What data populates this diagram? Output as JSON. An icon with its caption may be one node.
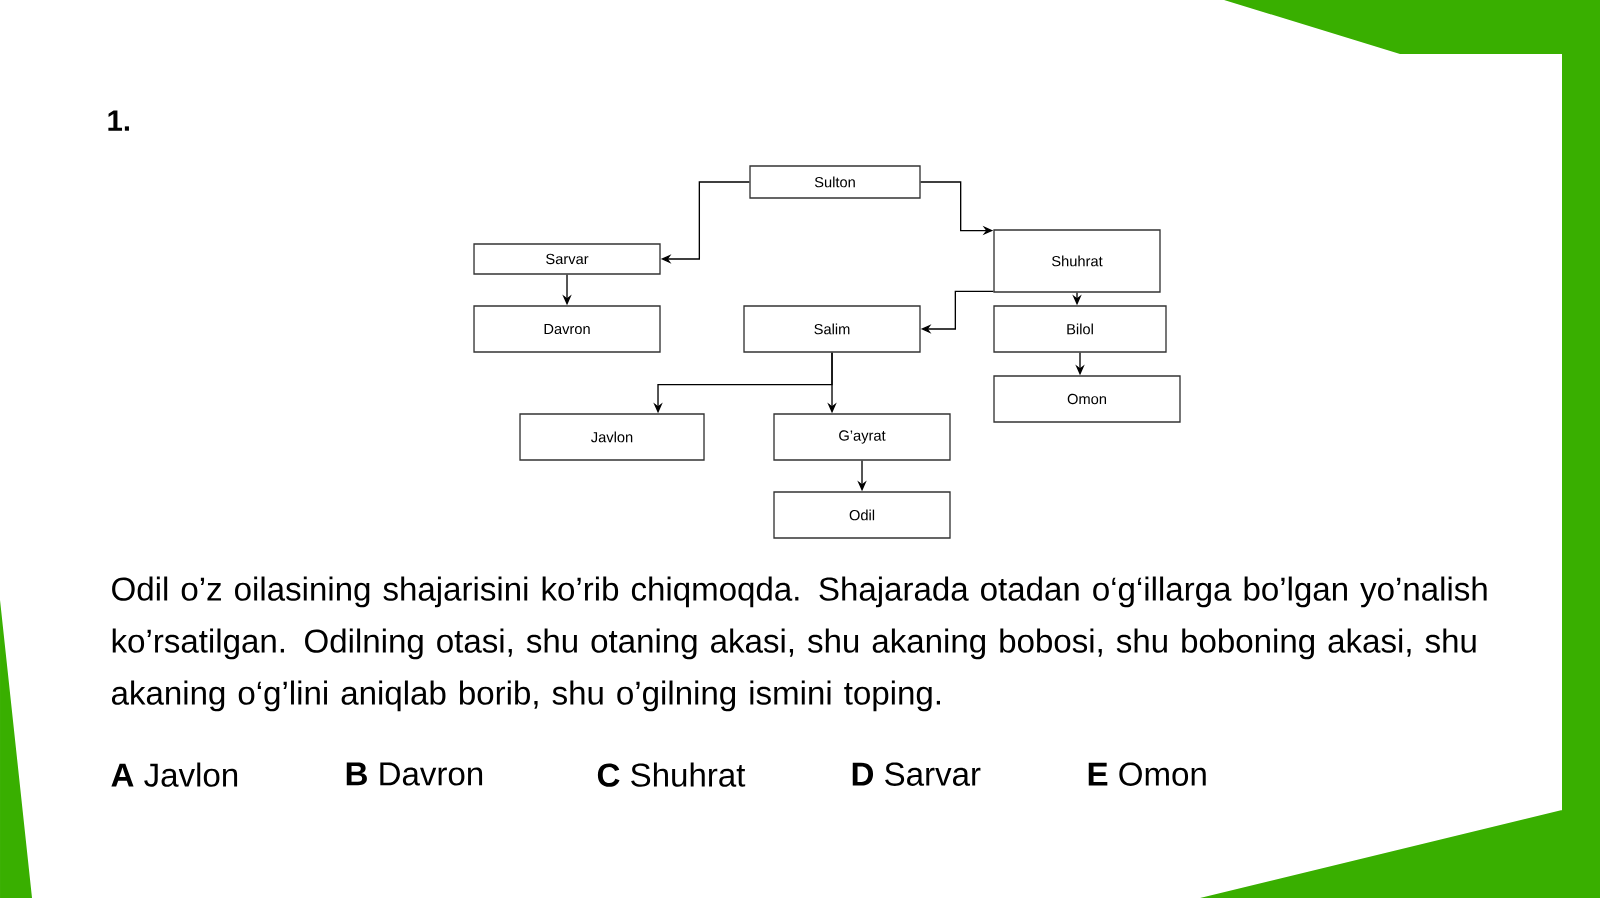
{
  "diagram": {
    "nodes": [
      {
        "text": [
          "Sulton"
        ]
      },
      {
        "text": [
          "Sarvar"
        ]
      },
      {
        "text": [
          "Davron"
        ]
      },
      {
        "text": [
          "Shuhrat"
        ]
      },
      {
        "text": [
          "Salim"
        ]
      },
      {
        "text": [
          "Bilol"
        ]
      },
      {
        "text": [
          "Omon"
        ]
      },
      {
        "text": [
          "Javlon"
        ]
      },
      {
        "text": [
          "G’ayrat"
        ]
      },
      {
        "text": [
          "Odil"
        ]
      }
    ],
    "edges": [
      {
        "from": 0,
        "to": 1,
        "arrow": "to"
      },
      {
        "from": 0,
        "to": 3,
        "arrow": "to"
      },
      {
        "from": 1,
        "to": 2,
        "arrow": "to"
      },
      {
        "from": 3,
        "to": 4,
        "arrow": "to"
      },
      {
        "from": 3,
        "to": 5,
        "arrow": "to"
      },
      {
        "from": 5,
        "to": 6,
        "arrow": "to"
      },
      {
        "from": 4,
        "to": 7,
        "arrow": "to"
      },
      {
        "from": 4,
        "to": 8,
        "arrow": "to"
      },
      {
        "from": 8,
        "to": 9,
        "arrow": "to"
      }
    ],
    "labels": [
      "1.",
      "Odil o’z  oilasining shajarisini ko’rib chiqmoqda. Shajarada otadan o‘g‘illarga bo’lgan yo’nalish ko’rsatilgan. Odilning otasi, shu otaning akasi, shu akaning bobosi, shu boboning akasi, shu akaning o‘g’lini aniqlab borib, shu o’gilning ismini toping.",
      "**A** Javlon",
      "**B** Davron",
      "**C** Shuhrat",
      "**D** Sarvar",
      "**E** Omon"
    ]
  }
}
